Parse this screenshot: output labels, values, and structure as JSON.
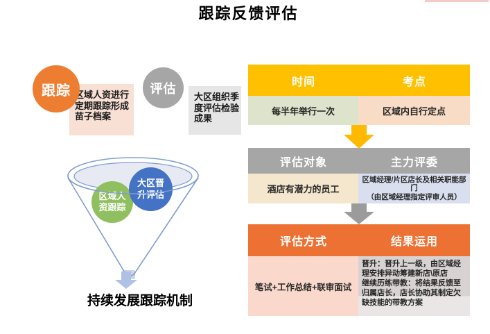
{
  "title": "跟踪反馈评估",
  "badges": {
    "track": "跟踪",
    "evaluate": "评估"
  },
  "notes": {
    "track": "区域人资进行定期跟踪形成苗子档案",
    "evaluate": "大区组织季度评估检验成果"
  },
  "funnel": {
    "circle_green": "区域人\n资跟踪",
    "circle_blue": "大区晋\n升评估",
    "caption": "持续发展跟踪机制"
  },
  "table": {
    "blocks": [
      {
        "header_left": "时间",
        "header_right": "考点",
        "cell_left": "每半年举行一次",
        "cell_right": "区域内自行定点"
      },
      {
        "header_left": "评估对象",
        "header_right": "主力评委",
        "cell_left": "酒店有潜力的员工",
        "cell_right": "区域经理/片区店长及相关职能部门\n（由区域经理指定评审人员）"
      },
      {
        "header_left": "评估方式",
        "header_right": "结果运用",
        "cell_left": "笔试+工作总结+联审面试",
        "cell_right": "晋升：晋升上一级，由区域经理安排异动筹建新店\\原店\n继续历练带教：将结果反馈至归属店长，店长协助其制定欠缺技能的带教方案"
      }
    ]
  },
  "colors": {
    "track_circle": "#ED7D31",
    "evaluate_circle": "#A6A6A6",
    "track_note_bg": "#F8E0D4",
    "evaluate_note_bg": "#E7E6E6",
    "funnel_stroke": "#7F9DD1",
    "funnel_fill": "#E7EAF3",
    "funnel_green_circle": "#8FBF5F",
    "funnel_blue_circle": "#4472C4",
    "funnel_arrow": "#AFC1E5",
    "header_row1": "#FFC000",
    "header_row2": "#A6A6A6",
    "header_row3": "#ED7132",
    "cell_time_bg": "#DDE4CB",
    "cell_venue_bg": "#F8DCC5",
    "cell_target_bg": "#F5E7CD",
    "cell_judges_bg": "#D9DFEE",
    "cell_method_bg": "#FAD9CC",
    "cell_result_bg": "#D8D2D2",
    "arrow_yellow": "#FFB900",
    "arrow_gray": "#9B9B9B",
    "top_accent_line": "#F5CBCA"
  }
}
